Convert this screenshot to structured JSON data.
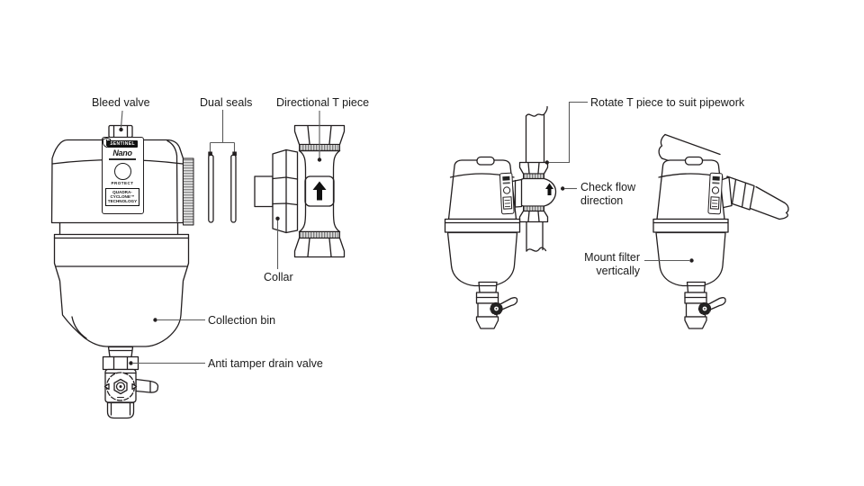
{
  "diagram": {
    "callouts": {
      "bleed_valve": "Bleed valve",
      "dual_seals": "Dual seals",
      "directional_t_piece": "Directional T piece",
      "collar": "Collar",
      "collection_bin": "Collection bin",
      "anti_tamper_drain_valve": "Anti tamper drain valve",
      "rotate_t_piece": "Rotate T piece to suit pipework",
      "check_flow_direction": "Check flow\ndirection",
      "mount_filter_vertically": "Mount filter\nvertically"
    },
    "product_label": {
      "brand": "SENTINEL",
      "model": "Nano",
      "protect": "PROTECT",
      "technology_line1": "QUADRA-",
      "technology_line2": "CYCLONE™",
      "technology_line3": "TECHNOLOGY"
    },
    "icons": {
      "shield": "shield-icon",
      "flow_arrow": "up-arrow-icon"
    },
    "colors": {
      "line": "#231f20",
      "leader": "#5a5a5a",
      "background": "#ffffff"
    }
  }
}
